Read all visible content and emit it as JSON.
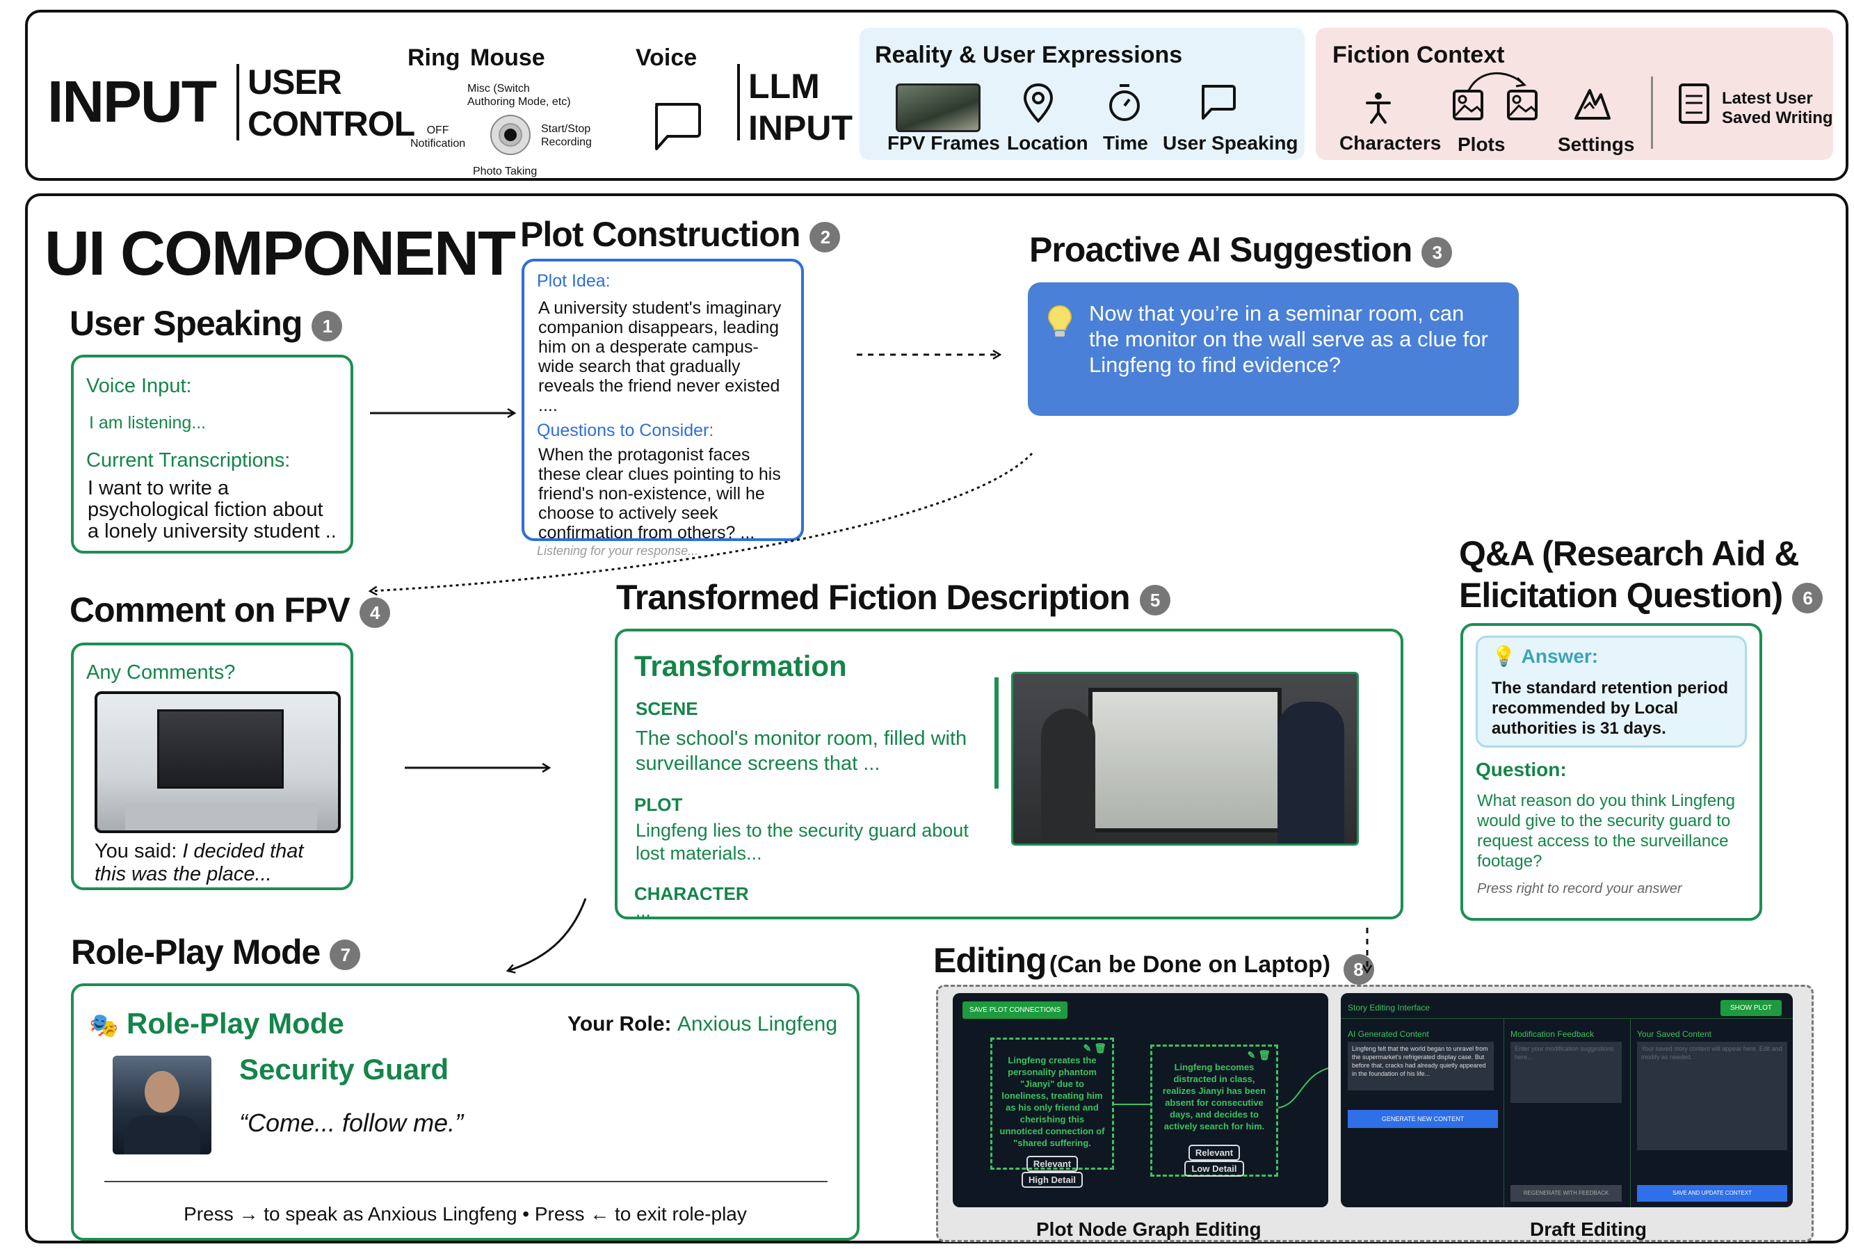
{
  "input": {
    "title": "INPUT",
    "user_control_l1": "USER",
    "user_control_l2": "CONTROL",
    "ring": "Ring",
    "mouse": "Mouse",
    "misc": "Misc (Switch\nAuthoring Mode, etc)",
    "off": "OFF\nNotification",
    "startstop": "Start/Stop\nRecording",
    "photo": "Photo Taking",
    "voice": "Voice",
    "llm_l1": "LLM",
    "llm_l2": "INPUT",
    "reality_title": "Reality & User Expressions",
    "reality_items": [
      "FPV Frames",
      "Location",
      "Time",
      "User Speaking"
    ],
    "fiction_title": "Fiction Context",
    "fiction_items": [
      "Characters",
      "Plots",
      "Settings"
    ],
    "latest": "Latest User\nSaved Writing"
  },
  "ui": {
    "title": "UI COMPONENT",
    "user_speaking": {
      "title": "User Speaking",
      "badge": "1",
      "voice_input": "Voice Input:",
      "listening": "I am listening...",
      "current": "Current Transcriptions:",
      "transcription": "I want to write a psychological fiction about a lonely university student .."
    },
    "plot": {
      "title": "Plot Construction",
      "badge": "2",
      "idea_label": "Plot Idea:",
      "idea": "A university student's imaginary companion disappears, leading him on a desperate campus-wide search that gradually reveals the friend never existed ....",
      "questions_label": "Questions to Consider:",
      "questions": "When the protagonist faces these clear clues pointing to his friend's non-existence, will he choose to actively seek confirmation from others? ...",
      "listening": "Listening for your response..."
    },
    "proactive": {
      "title": "Proactive AI Suggestion",
      "badge": "3",
      "text": "Now that you’re in a seminar room, can the monitor on the wall serve as a clue for Lingfeng to find evidence?"
    },
    "comment": {
      "title": "Comment on FPV",
      "badge": "4",
      "any": "Any Comments?",
      "you_said": "You said: ",
      "quote": "I decided that this was the place..."
    },
    "transformed": {
      "title": "Transformed Fiction Description",
      "badge": "5",
      "heading": "Transformation",
      "scene_label": "SCENE",
      "scene": "The school's monitor room, filled with surveillance screens that ...",
      "plot_label": "PLOT",
      "plot": "Lingfeng lies to the security guard about lost materials...",
      "character_label": "CHARACTER",
      "character": "..."
    },
    "qa": {
      "title_l1": "Q&A (Research Aid &",
      "title_l2": "Elicitation Question)",
      "badge": "6",
      "answer_label": "Answer:",
      "answer": "The standard retention period recommended by Local authorities is 31 days.",
      "question_label": "Question:",
      "question": "What reason do you think Lingfeng would give to the security guard to request access to the surveillance footage?",
      "press": "Press right to record your answer"
    },
    "roleplay": {
      "title": "Role-Play Mode",
      "badge": "7",
      "heading": "Role-Play Mode",
      "your_role": "Your Role: ",
      "role_name": "Anxious Lingfeng",
      "character": "Security Guard",
      "line": "“Come... follow me.”",
      "instructions": "Press → to speak as Anxious Lingfeng • Press ← to exit role-play"
    },
    "editing": {
      "title": "Editing",
      "subtitle": "(Can be Done on Laptop)",
      "badge": "8",
      "save_btn": "SAVE PLOT CONNECTIONS",
      "node1": "Lingfeng creates the personality phantom \"Jianyi\" due to loneliness, treating him as his only friend and cherishing this unnoticed connection of \"shared suffering.",
      "node1_tags": [
        "Relevant",
        "High Detail"
      ],
      "node2": "Lingfeng becomes distracted in class, realizes Jianyi has been absent for consecutive days, and decides to actively search for him.",
      "node2_tags": [
        "Relevant",
        "Low Detail"
      ],
      "story_title": "Story Editing Interface",
      "show_plot": "SHOW PLOT",
      "ai_gen": "AI Generated Content",
      "ai_text": "Lingfeng felt that the world began to unravel from the supermarket's refrigerated display case. But before that, cracks had already quietly appeared in the foundation of his life...",
      "gen_btn": "GENERATE NEW CONTENT",
      "mod": "Modification Feedback",
      "mod_ph": "Enter your modification suggestions here...",
      "regen_btn": "REGENERATE WITH FEEDBACK",
      "saved": "Your Saved Content",
      "saved_ph": "Your saved story content will appear here. Edit and modify as needed.",
      "save_update": "SAVE AND UPDATE CONTEXT",
      "label_graph": "Plot Node Graph Editing",
      "label_draft": "Draft Editing"
    }
  }
}
